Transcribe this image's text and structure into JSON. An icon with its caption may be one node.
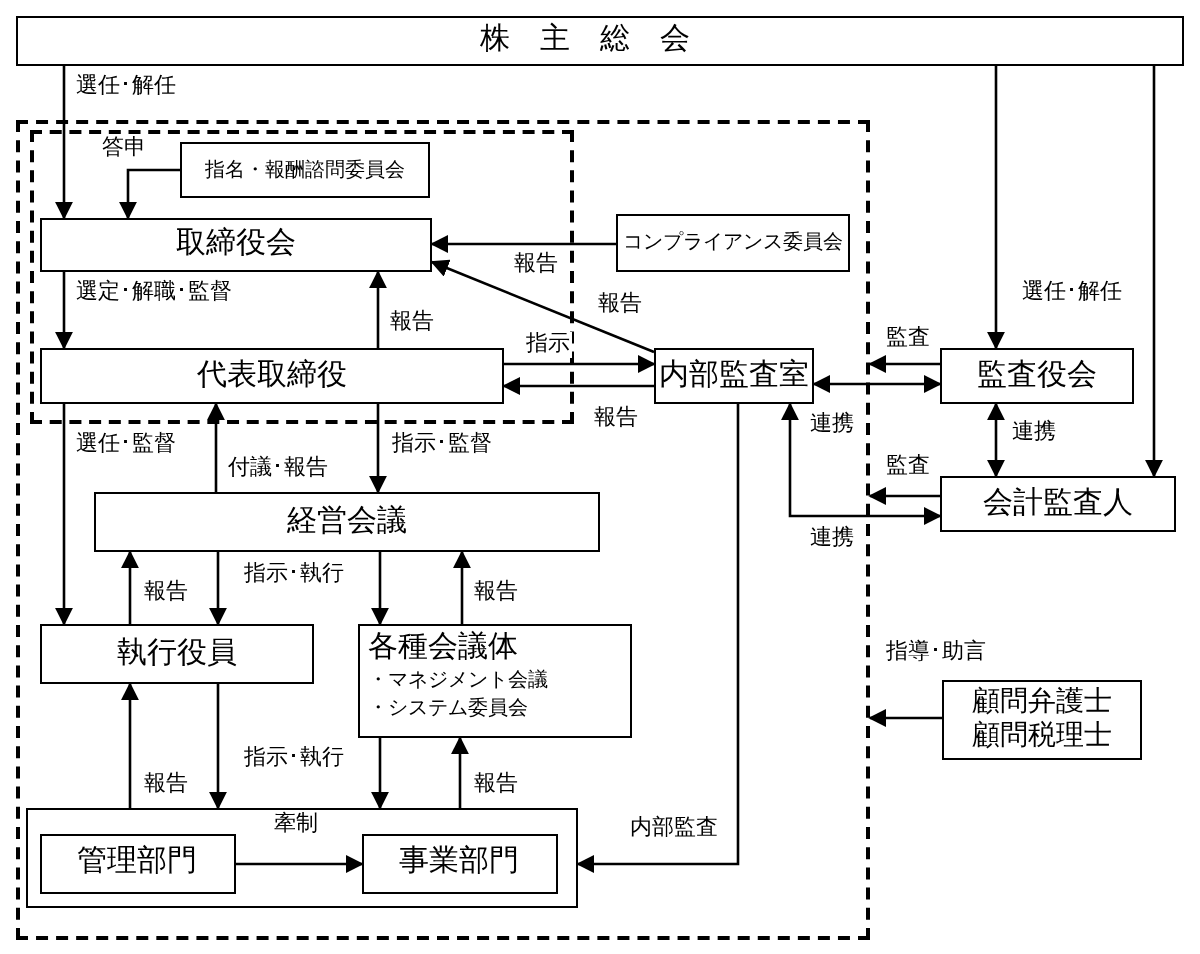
{
  "diagram": {
    "nodes": [
      {
        "text": [
          "株主総会"
        ]
      },
      {
        "text": [],
        "shape": "box"
      },
      {
        "text": [],
        "shape": "box",
        "in": 1
      },
      {
        "text": [
          "指名・報酬諮問委員会"
        ],
        "in": 2
      },
      {
        "text": [
          "取締役会"
        ],
        "in": 2
      },
      {
        "text": [
          "代表取締役"
        ],
        "in": 2
      },
      {
        "text": [
          "コンプライアンス委員会"
        ],
        "in": 1
      },
      {
        "text": [
          "内部監査室"
        ],
        "in": 1
      },
      {
        "text": [
          "経営会議"
        ],
        "in": 1
      },
      {
        "text": [
          "執行役員"
        ],
        "in": 1
      },
      {
        "text": [
          "各種会議体",
          "・マネジメント会議",
          "・システム委員会"
        ],
        "in": 1
      },
      {
        "text": [],
        "shape": "box",
        "in": 1
      },
      {
        "text": [
          "管理部門"
        ],
        "in": 11
      },
      {
        "text": [
          "事業部門"
        ],
        "in": 11
      },
      {
        "text": [
          "監査役会"
        ]
      },
      {
        "text": [
          "会計監査人"
        ]
      },
      {
        "text": [
          "顧問弁護士",
          "顧問税理士"
        ]
      }
    ],
    "edges": [
      {
        "from": 0,
        "to": 4,
        "arrow": "to",
        "label": "選任･解任"
      },
      {
        "from": 3,
        "to": 4,
        "arrow": "to",
        "label": "答申"
      },
      {
        "from": 4,
        "to": 5,
        "arrow": "to",
        "label": "選定･解職･監督"
      },
      {
        "from": 5,
        "to": 4,
        "arrow": "to",
        "label": "報告"
      },
      {
        "from": 6,
        "to": 4,
        "arrow": "to",
        "label": "報告"
      },
      {
        "from": 7,
        "to": 4,
        "arrow": "to",
        "label": "報告"
      },
      {
        "from": 5,
        "to": 7,
        "arrow": "to",
        "label": "指示"
      },
      {
        "from": 7,
        "to": 5,
        "arrow": "to",
        "label": "報告"
      },
      {
        "from": 5,
        "to": 9,
        "arrow": "to",
        "label": "選任･監督"
      },
      {
        "from": 8,
        "to": 5,
        "arrow": "to",
        "label": "付議･報告"
      },
      {
        "from": 5,
        "to": 8,
        "arrow": "to",
        "label": "指示･監督"
      },
      {
        "from": 9,
        "to": 8,
        "arrow": "to",
        "label": "報告"
      },
      {
        "from": 8,
        "to": 9,
        "arrow": "to",
        "label": "指示･執行"
      },
      {
        "from": 8,
        "to": 10,
        "arrow": "to"
      },
      {
        "from": 10,
        "to": 8,
        "arrow": "to",
        "label": "報告"
      },
      {
        "from": 11,
        "to": 9,
        "arrow": "to",
        "label": "報告"
      },
      {
        "from": 9,
        "to": 11,
        "arrow": "to",
        "label": "指示･執行"
      },
      {
        "from": 10,
        "to": 11,
        "arrow": "to"
      },
      {
        "from": 11,
        "to": 10,
        "arrow": "to",
        "label": "報告"
      },
      {
        "from": 12,
        "to": 13,
        "arrow": "to",
        "label": "牽制"
      },
      {
        "from": 7,
        "to": 11,
        "arrow": "to",
        "label": "内部監査"
      },
      {
        "from": 7,
        "to": 14,
        "arrow": "both"
      },
      {
        "from": 14,
        "to": 1,
        "arrow": "to",
        "label": "監査"
      },
      {
        "from": 7,
        "to": 15,
        "arrow": "both",
        "label": "連携"
      },
      {
        "from": 14,
        "to": 15,
        "arrow": "both",
        "label": "連携"
      },
      {
        "from": 15,
        "to": 1,
        "arrow": "to",
        "label": "監査"
      },
      {
        "from": 0,
        "to": 14,
        "arrow": "to",
        "label": "選任･解任"
      },
      {
        "from": 0,
        "to": 15,
        "arrow": "to"
      },
      {
        "from": 16,
        "to": 1,
        "arrow": "to",
        "label": "指導･助言"
      }
    ],
    "labels": [
      "連携"
    ]
  }
}
